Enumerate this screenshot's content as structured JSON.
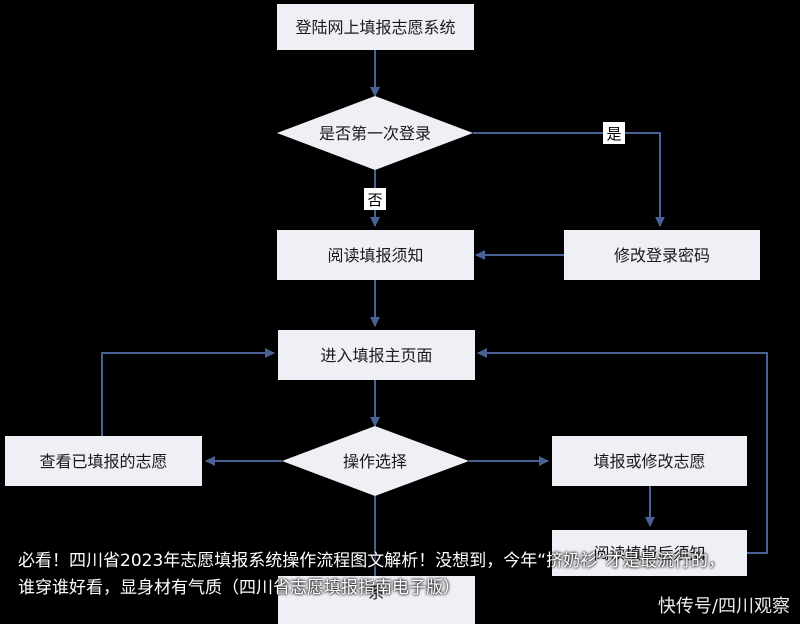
{
  "colors": {
    "background": "#000000",
    "node_fill": "#eef0f6",
    "line": "#4a6196",
    "text": "#1a1a1a"
  },
  "nodes": {
    "login": "登陆网上填报志愿系统",
    "first_login": "是否第一次登录",
    "read_notice": "阅读填报须知",
    "change_password": "修改登录密码",
    "main_page": "进入填报主页面",
    "choose_action": "操作选择",
    "view_filled": "查看已填报的志愿",
    "fill_or_edit": "填报或修改志愿",
    "read_after": "阅读填报后须知",
    "partial_bottom": "系"
  },
  "edges": {
    "yes": "是",
    "no": "否"
  },
  "caption": "必看！四川省2023年志愿填报系统操作流程图文解析！没想到，今年“挤奶衫”才是最流行的，谁穿谁好看，显身材有气质（四川省志愿填报指南电子版）",
  "watermark": "快传号/四川观察"
}
